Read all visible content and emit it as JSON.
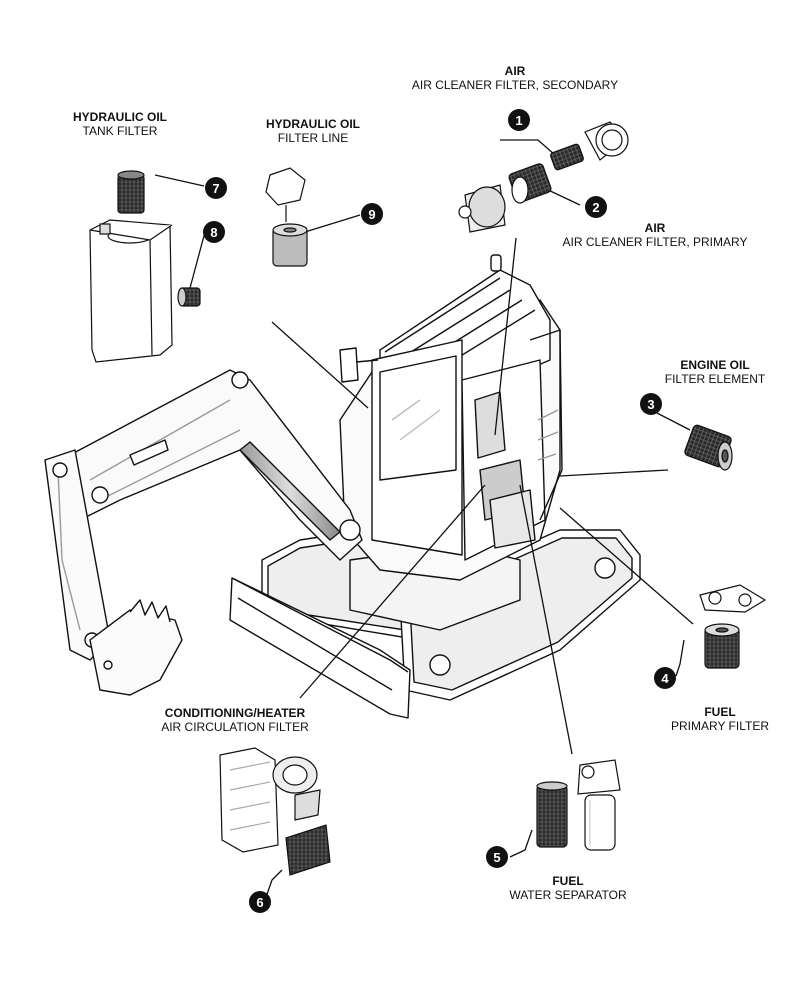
{
  "labels": {
    "air_secondary": {
      "title": "AIR",
      "subtitle": "AIR CLEANER FILTER, SECONDARY"
    },
    "air_primary": {
      "title": "AIR",
      "subtitle": "AIR CLEANER FILTER, PRIMARY"
    },
    "hyd_tank": {
      "title": "HYDRAULIC OIL",
      "subtitle": "TANK FILTER"
    },
    "hyd_line": {
      "title": "HYDRAULIC OIL",
      "subtitle": "FILTER LINE"
    },
    "engine_oil": {
      "title": "ENGINE OIL",
      "subtitle": "FILTER ELEMENT"
    },
    "fuel_primary": {
      "title": "FUEL",
      "subtitle": "PRIMARY FILTER"
    },
    "conditioning": {
      "title": "CONDITIONING/HEATER",
      "subtitle": "AIR CIRCULATION FILTER"
    },
    "fuel_water": {
      "title": "FUEL",
      "subtitle": "WATER SEPARATOR"
    }
  },
  "callouts": [
    "1",
    "2",
    "3",
    "4",
    "5",
    "6",
    "7",
    "8",
    "9"
  ]
}
